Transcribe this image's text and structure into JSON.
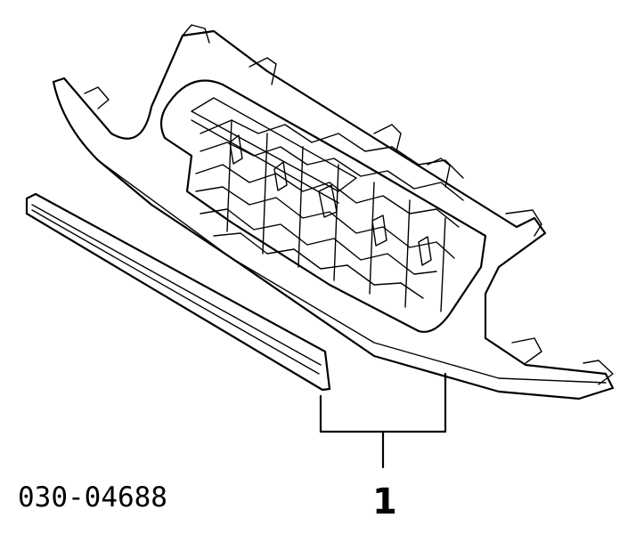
{
  "diagram": {
    "reference_code": "030-04688",
    "callouts": [
      {
        "number": "1",
        "part": "grille-assembly"
      }
    ]
  }
}
